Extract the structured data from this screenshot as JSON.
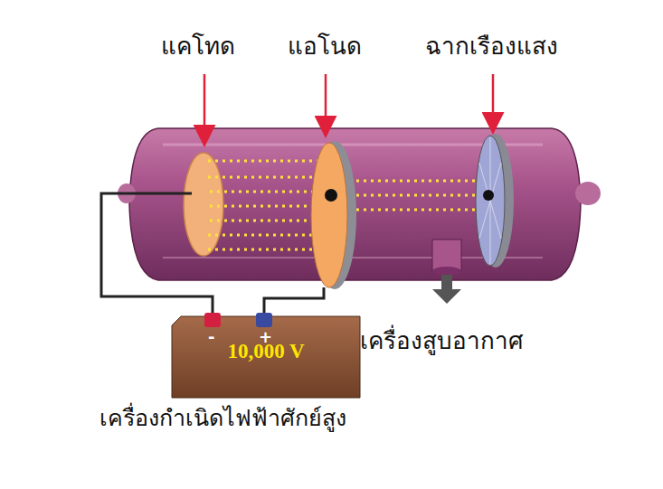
{
  "diagram": {
    "nodes": [
      {
        "text": [
          "10,000 V",
          "เครื่องกำเนิดไฟฟ้าศักย์สูง"
        ]
      }
    ],
    "labels": [
      "แคโทด",
      "แอโนด",
      "ฉากเรืองแสง",
      "เครื่องสูบอากาศ",
      "-",
      "+"
    ]
  }
}
